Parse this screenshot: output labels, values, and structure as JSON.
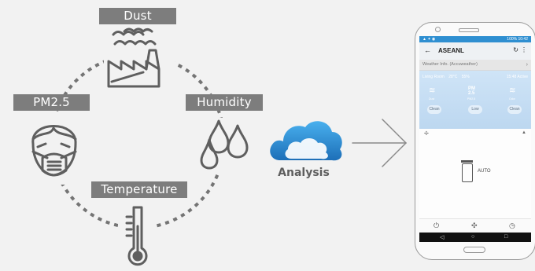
{
  "sensors": {
    "dust": "Dust",
    "pm25": "PM2.5",
    "humidity": "Humidity",
    "temperature": "Temperature"
  },
  "analysis": {
    "label": "Analysis"
  },
  "phone": {
    "status_right": "100% 10:42",
    "app_title": "ASEANL",
    "weather_info": "Weather Info. (Accuweather)",
    "room": "Living Room",
    "temperature": "28°C",
    "humidity": "55%",
    "pm_label": "PM\n2.5",
    "status_chip": "15:48 Active",
    "icon_captions": [
      "Dust",
      "PM2.5",
      "Odor"
    ],
    "modes": [
      "Clean",
      "Low",
      "Clean"
    ],
    "mode_label": "AUTO"
  },
  "colors": {
    "tag_bg": "#7d7d7d",
    "icon_stroke": "#606060",
    "cloud_blue": "#2f90d8",
    "arrow": "#888888",
    "status_blue": "#2f8fd1"
  },
  "icons": [
    "factory-icon",
    "mask-icon",
    "droplets-icon",
    "thermometer-icon",
    "cloud-icon",
    "arrow-right-icon",
    "phone-illustration"
  ]
}
